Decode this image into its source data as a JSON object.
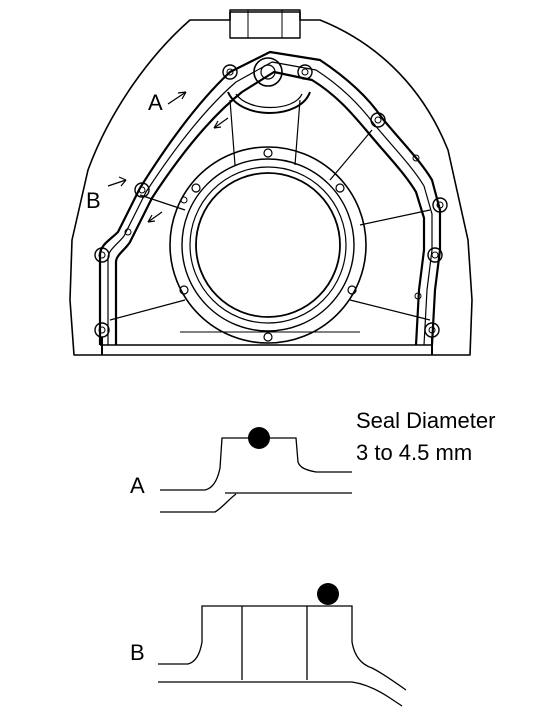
{
  "labels": {
    "view_a": "A",
    "view_b": "B",
    "section_a": "A",
    "section_b": "B",
    "seal_diameter_line1": "Seal Diameter",
    "seal_diameter_line2": "3 to 4.5 mm"
  },
  "colors": {
    "ink": "#000000",
    "paper": "#ffffff"
  }
}
